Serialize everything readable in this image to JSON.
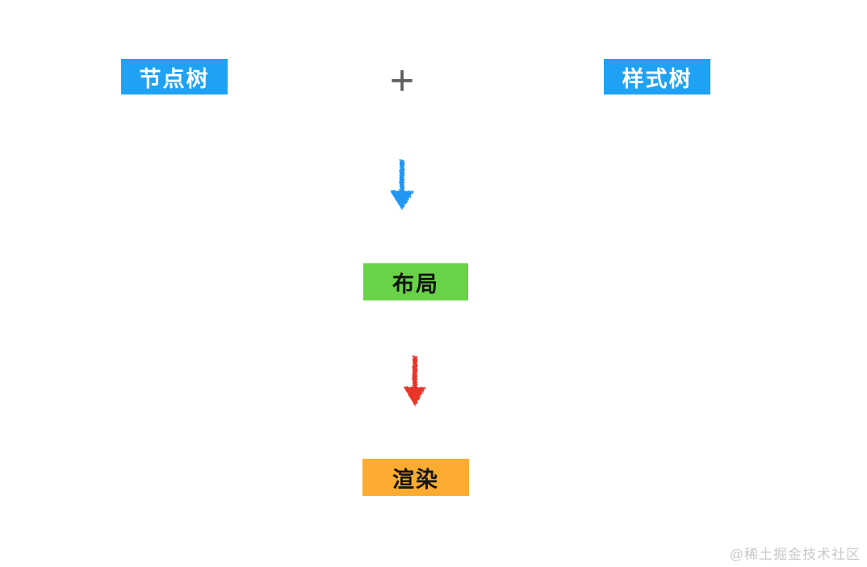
{
  "diagram": {
    "node_tree_label": "节点树",
    "plus_symbol": "+",
    "style_tree_label": "样式树",
    "layout_label": "布局",
    "render_label": "渲染",
    "icons": {
      "blue_arrow": "down-arrow",
      "red_arrow": "down-arrow",
      "plus": "plus"
    }
  },
  "watermark": {
    "text": "@稀土掘金技术社区"
  },
  "colors": {
    "tree_box_bg": "#1fa2f3",
    "tree_box_text": "#ffffff",
    "layout_box_bg": "#69d347",
    "render_box_bg": "#fbac30",
    "dark_text": "#141414",
    "plus": "#5e5e5e",
    "blue_arrow": "#2196f3",
    "red_arrow": "#e8342a",
    "watermark": "#c9c9c9",
    "canvas_bg": "#ffffff"
  }
}
